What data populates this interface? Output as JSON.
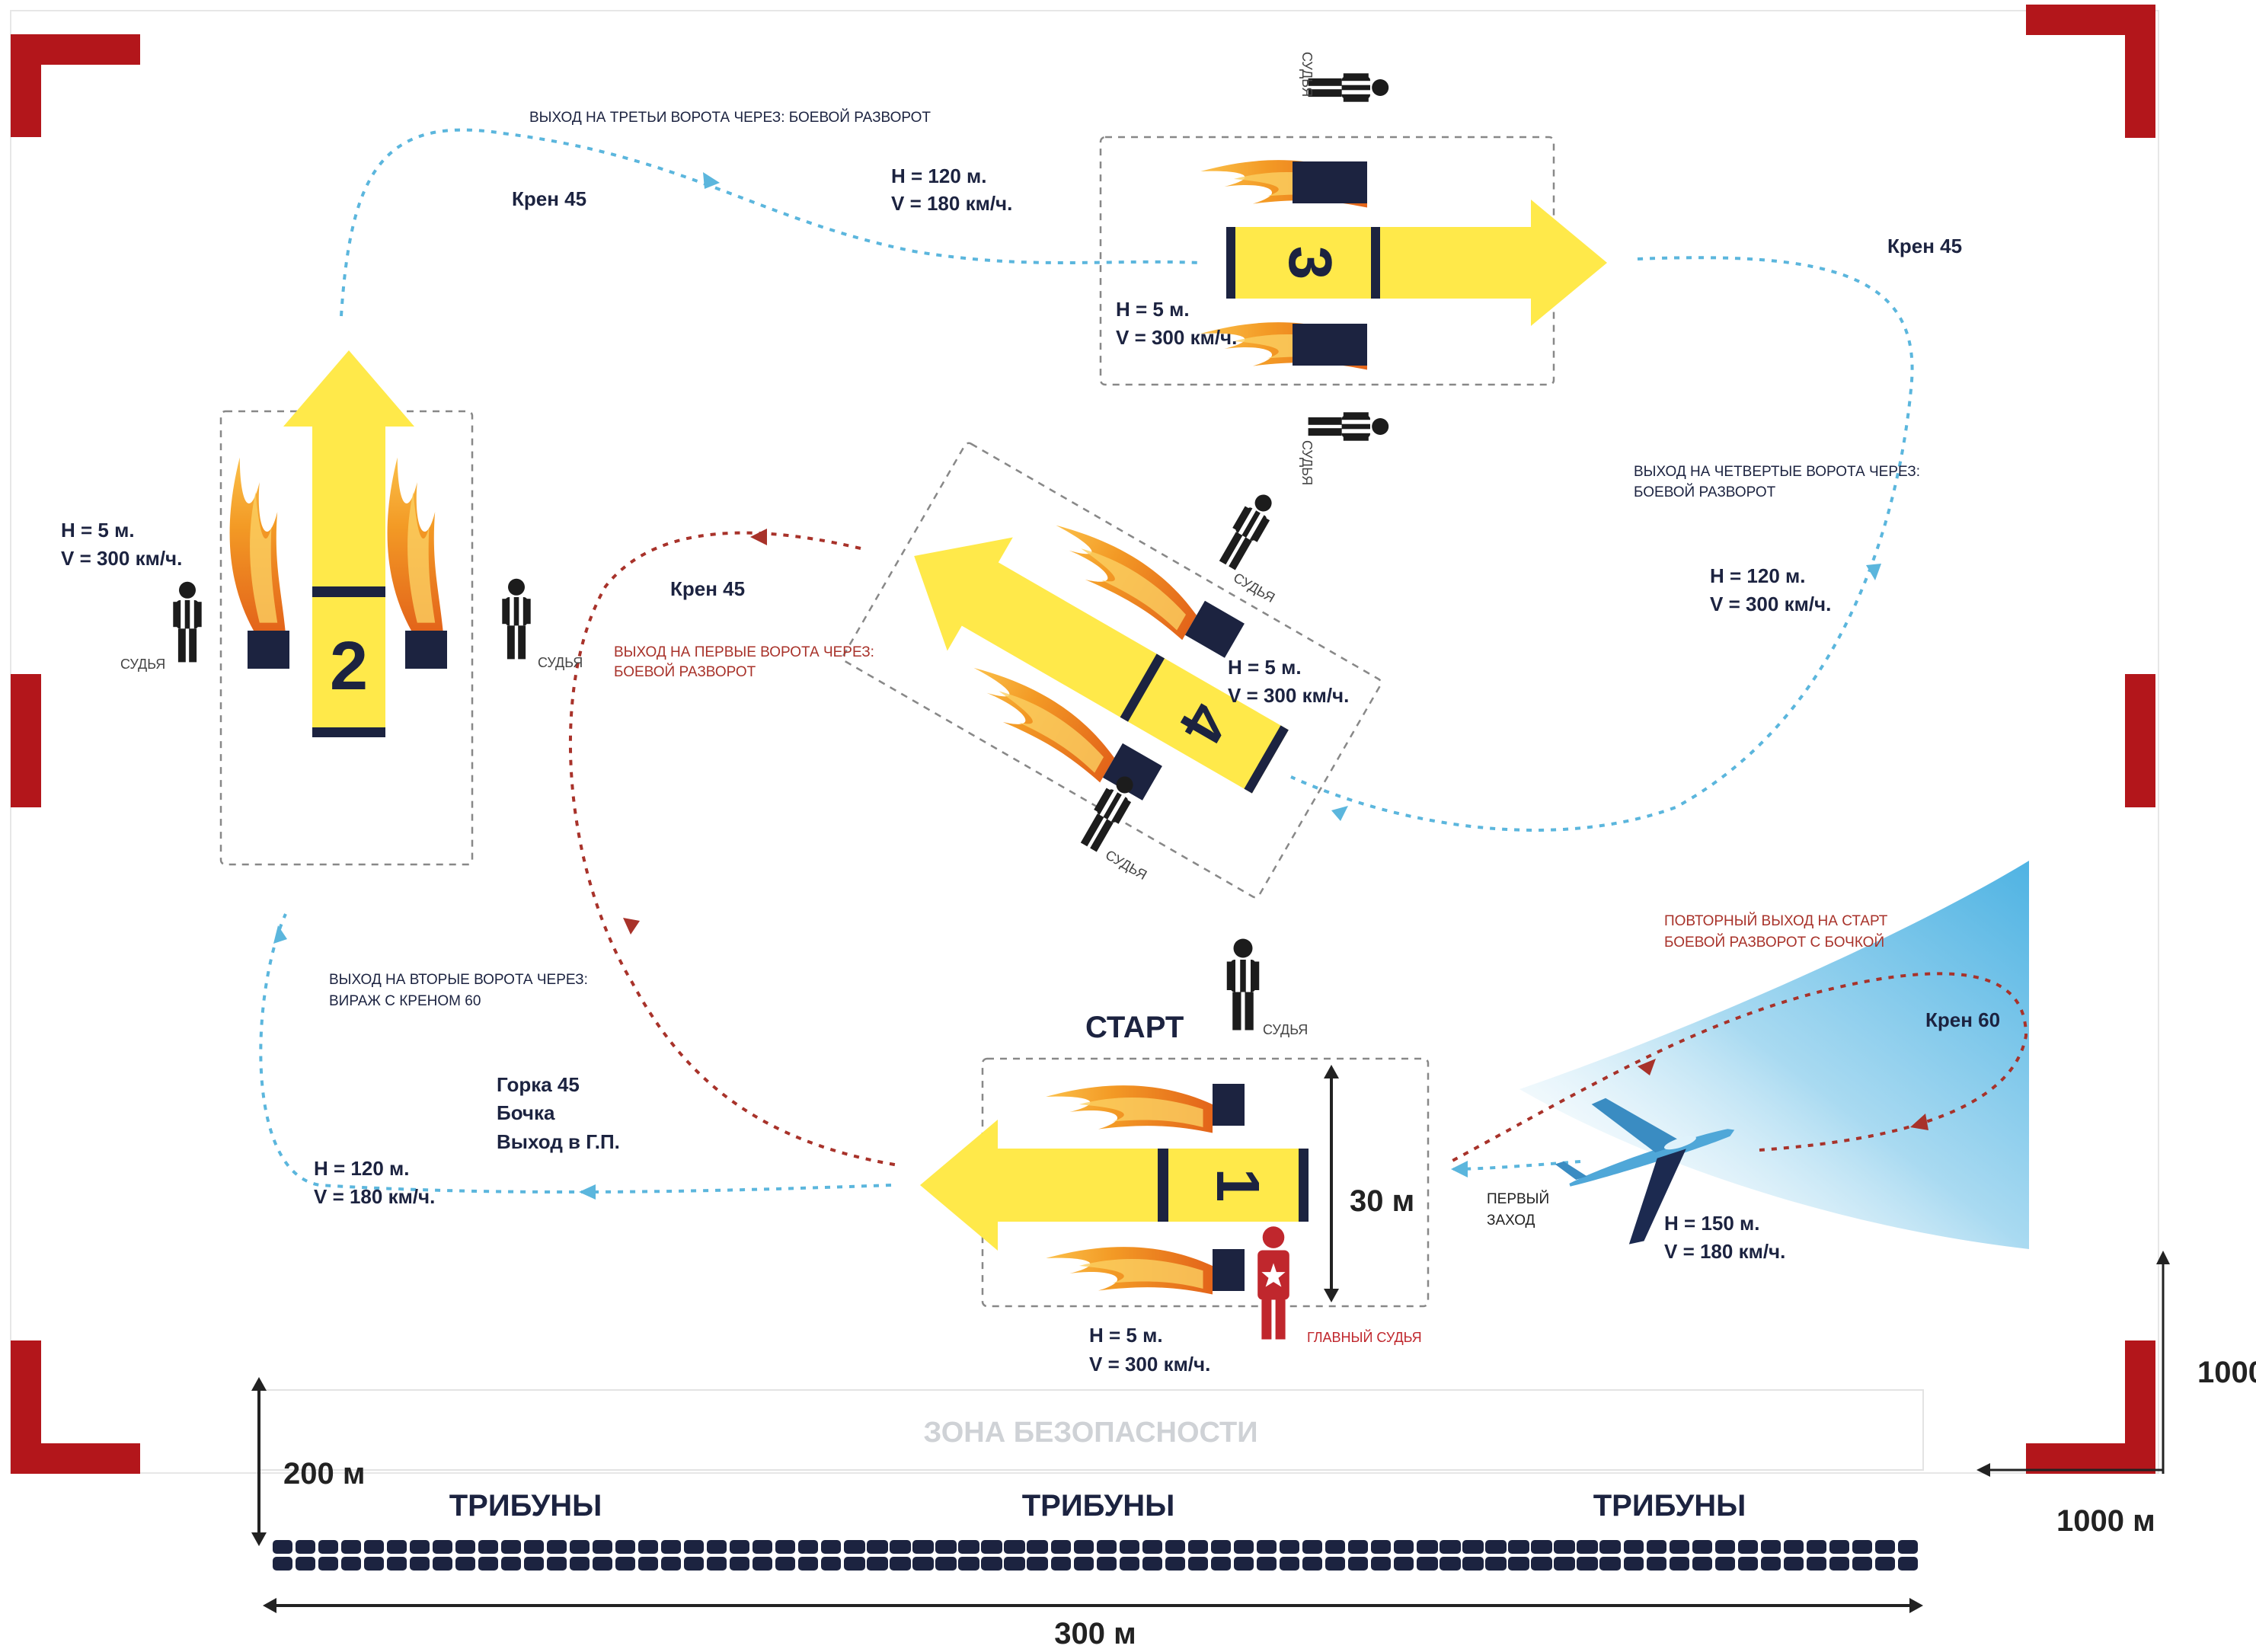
{
  "colors": {
    "corner_red": "#b3161b",
    "arrow_yellow": "#ffe94a",
    "gate_navy": "#1c2340",
    "flame_orange": "#f08a1c",
    "path_blue": "#5bb6dd",
    "path_red": "#a8322a",
    "text_navy": "#1c2340",
    "zone_gray": "#cfd2d6",
    "chief_red": "#c0272d"
  },
  "gates": {
    "g1": {
      "number": "1",
      "title": "СТАРТ",
      "alt": "H = 5 м.",
      "speed": "V = 300 км/ч.",
      "width_label": "30 м"
    },
    "g2": {
      "number": "2",
      "alt": "H = 5 м.",
      "speed": "V = 300 км/ч."
    },
    "g3": {
      "number": "3",
      "alt": "H = 5 м.",
      "speed": "V = 300 км/ч."
    },
    "g4": {
      "number": "4",
      "alt": "H = 5 м.",
      "speed": "V = 300 км/ч."
    }
  },
  "judges": {
    "judge_label": "СУДЬЯ",
    "chief_label": "ГЛАВНЫЙ СУДЬЯ"
  },
  "route_labels": {
    "to_gate3": "ВЫХОД НА ТРЕТЬИ ВОРОТА ЧЕРЕЗ: БОЕВОЙ РАЗВОРОТ",
    "bank45_top_left": "Крен 45",
    "h120_top": "H = 120 м.",
    "v180_top": "V = 180 км/ч.",
    "bank45_top_right": "Крен 45",
    "to_gate4_line1": "ВЫХОД НА ЧЕТВЕРТЫЕ ВОРОТА ЧЕРЕЗ:",
    "to_gate4_line2": "БОЕВОЙ РАЗВОРОТ",
    "h120_right": "H = 120 м.",
    "v300_right": "V = 300 км/ч.",
    "bank45_mid": "Крен 45",
    "to_gate1_line1": "ВЫХОД НА ПЕРВЫЕ ВОРОТА ЧЕРЕЗ:",
    "to_gate1_line2": "БОЕВОЙ РАЗВОРОТ",
    "to_gate2_line1": "ВЫХОД НА ВТОРЫЕ ВОРОТА ЧЕРЕЗ:",
    "to_gate2_line2": "ВИРАЖ С КРЕНОМ 60",
    "maneuver1": "Горка 45",
    "maneuver2": "Бочка",
    "maneuver3": "Выход в Г.П.",
    "h120_left": "H = 120 м.",
    "v180_left": "V = 180 км/ч.",
    "repeat_line1": "ПОВТОРНЫЙ ВЫХОД НА СТАРТ",
    "repeat_line2": "БОЕВОЙ РАЗВОРОТ С БОЧКОЙ",
    "bank60": "Крен 60",
    "first_line1": "ПЕРВЫЙ",
    "first_line2": "ЗАХОД",
    "h150": "H = 150 м.",
    "v180_plane": "V = 180 км/ч."
  },
  "bottom": {
    "safety_zone": "ЗОНА БЕЗОПАСНОСТИ",
    "zone_depth": "200 м",
    "stands": [
      "ТРИБУНЫ",
      "ТРИБУНЫ",
      "ТРИБУНЫ"
    ],
    "width": "300 м",
    "field_length": "1000 м",
    "field_height": "1000"
  }
}
